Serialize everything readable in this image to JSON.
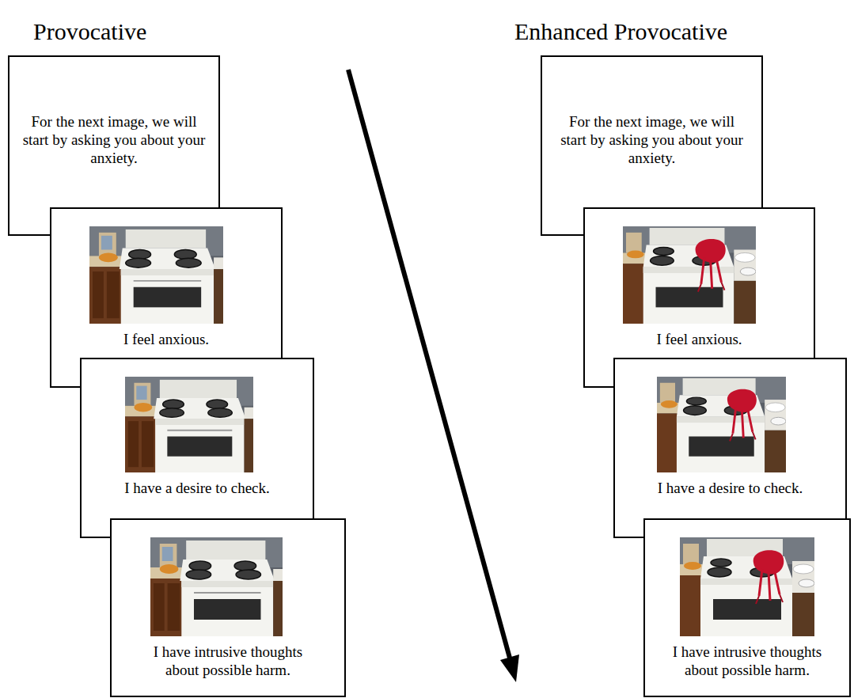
{
  "diagram": {
    "nodes": [
      {
        "text": [
          "For the next image, we will start by asking you about your anxiety."
        ]
      },
      {
        "text": [
          "I feel anxious."
        ]
      },
      {
        "text": [
          "I have a desire to check."
        ]
      },
      {
        "text": [
          "I have intrusive thoughts about possible harm."
        ]
      },
      {
        "text": [
          "For the next image, we will start by asking you about your anxiety."
        ]
      },
      {
        "text": [
          "I feel anxious."
        ]
      },
      {
        "text": [
          "I have a desire to check."
        ]
      },
      {
        "text": [
          "I have intrusive thoughts about possible harm."
        ]
      }
    ],
    "labels": [
      "Provocative",
      "Enhanced Provocative"
    ]
  }
}
